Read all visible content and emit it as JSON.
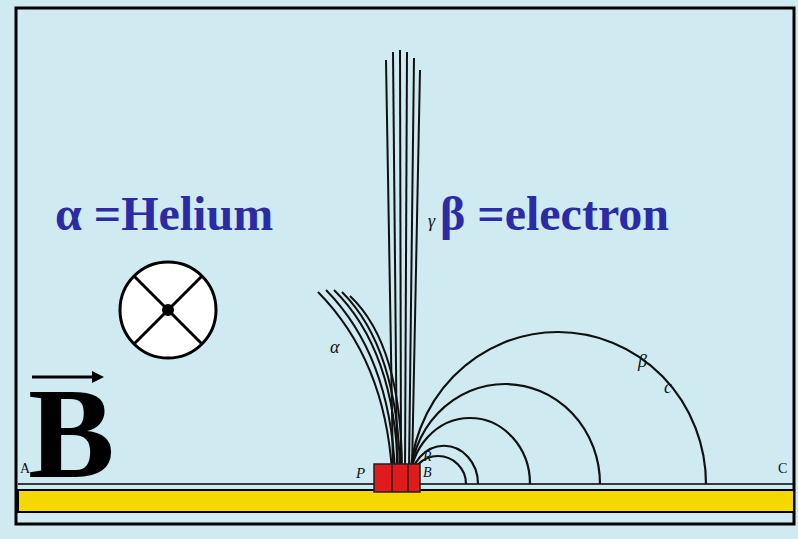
{
  "diagram": {
    "labels": [
      "α =Helium",
      "β =electron",
      "B",
      "α",
      "γ",
      "β",
      "c",
      "A",
      "P",
      "R",
      "B",
      "C"
    ]
  }
}
